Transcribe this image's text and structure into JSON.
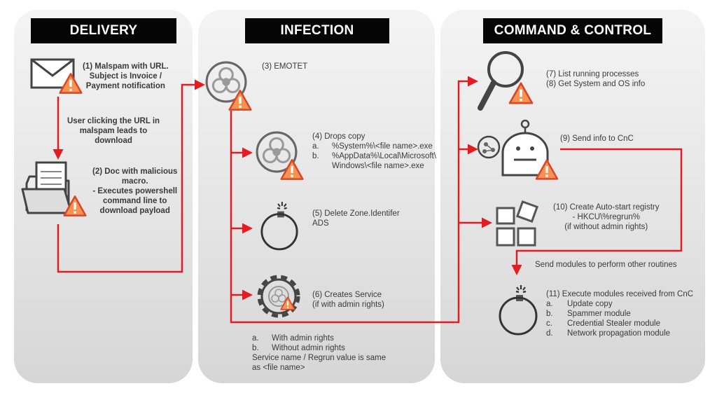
{
  "headers": {
    "delivery": "DELIVERY",
    "infection": "INFECTION",
    "command_control": "COMMAND & CONTROL"
  },
  "delivery": {
    "step1": [
      "(1) Malspam with URL.",
      "Subject is Invoice /",
      "Payment notification"
    ],
    "click_note": [
      "User clicking the URL in",
      "malspam leads to",
      "download"
    ],
    "step2": [
      "(2) Doc with malicious",
      "macro.",
      "- Executes powershell",
      "command line to",
      "download payload"
    ]
  },
  "infection": {
    "step3": "(3) EMOTET",
    "step4_title": "(4) Drops copy",
    "step4_items": [
      {
        "key": "a.",
        "lines": [
          "%System%\\<file name>.exe"
        ]
      },
      {
        "key": "b.",
        "lines": [
          "%AppData%\\Local\\Microsoft\\",
          "Windows\\<file name>.exe"
        ]
      }
    ],
    "step5": [
      "(5) Delete Zone.Identifer",
      "ADS"
    ],
    "step6": [
      "(6) Creates Service",
      "(if with admin rights)"
    ],
    "service_note_items": [
      {
        "key": "a.",
        "text": "With admin rights"
      },
      {
        "key": "b.",
        "text": "Without admin rights"
      }
    ],
    "service_note_tail": [
      "Service name / Regrun value is same",
      "as <file name>"
    ]
  },
  "command_control": {
    "step7_8": [
      "(7) List running processes",
      "(8) Get System and OS info"
    ],
    "step9": "(9) Send info to CnC",
    "step10": [
      "(10) Create Auto-start registry",
      "- HKCU\\%regrun%",
      "(if without admin rights)"
    ],
    "modules_note": "Send modules to perform other routines",
    "step11_title": "(11) Execute modules received from CnC",
    "step11_items": [
      {
        "key": "a.",
        "text": "Update copy"
      },
      {
        "key": "b.",
        "text": "Spammer module"
      },
      {
        "key": "c.",
        "text": "Credential Stealer module"
      },
      {
        "key": "d.",
        "text": "Network propagation module"
      }
    ]
  },
  "colors": {
    "flow_line": "#e31b23",
    "warning_fill": "#f79250",
    "warning_stroke": "#d9472b",
    "header_bg": "#050505",
    "icon_gray": "#555555"
  },
  "icons": [
    "mail-icon",
    "folder-document-icon",
    "biohazard-icon",
    "bomb-icon",
    "gear-biohazard-icon",
    "magnifier-icon",
    "robot-icon",
    "network-globe-icon",
    "blocks-icon",
    "warning-icon"
  ]
}
